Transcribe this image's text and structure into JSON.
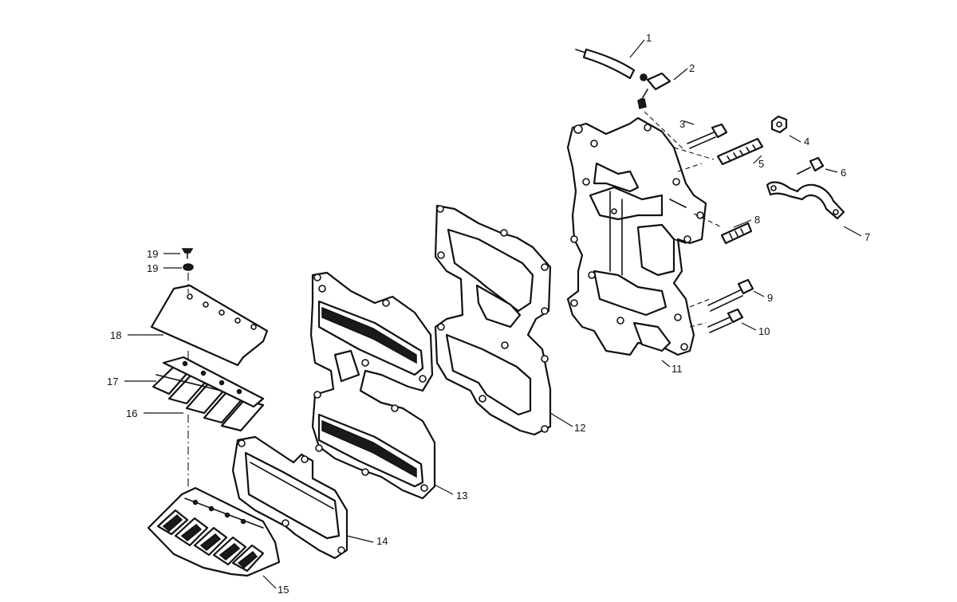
{
  "callouts": [
    {
      "id": "1",
      "text": "1"
    },
    {
      "id": "2",
      "text": "2"
    },
    {
      "id": "3",
      "text": "3"
    },
    {
      "id": "4",
      "text": "4"
    },
    {
      "id": "5",
      "text": "5"
    },
    {
      "id": "6",
      "text": "6"
    },
    {
      "id": "7",
      "text": "7"
    },
    {
      "id": "8",
      "text": "8"
    },
    {
      "id": "9",
      "text": "9"
    },
    {
      "id": "10",
      "text": "10"
    },
    {
      "id": "11",
      "text": "11"
    },
    {
      "id": "12",
      "text": "12"
    },
    {
      "id": "13",
      "text": "13"
    },
    {
      "id": "14",
      "text": "14"
    },
    {
      "id": "15",
      "text": "15"
    },
    {
      "id": "16",
      "text": "16"
    },
    {
      "id": "17",
      "text": "17"
    },
    {
      "id": "18",
      "text": "18"
    },
    {
      "id": "19a",
      "text": "19"
    },
    {
      "id": "19b",
      "text": "19"
    }
  ]
}
